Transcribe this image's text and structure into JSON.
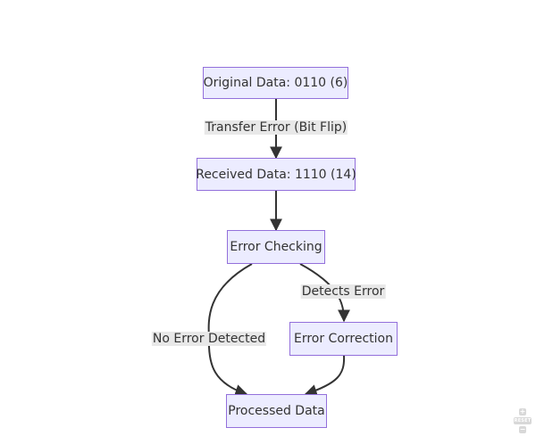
{
  "nodes": {
    "original": "Original Data: 0110 (6)",
    "received": "Received Data: 1110 (14)",
    "checking": "Error Checking",
    "correction": "Error Correction",
    "processed": "Processed Data"
  },
  "edges": {
    "transfer": "Transfer Error (Bit Flip)",
    "detects": "Detects Error",
    "no_error": "No Error Detected"
  },
  "controls": {
    "zoom_in": "+",
    "reset": "RESET",
    "zoom_out": "−"
  },
  "colors": {
    "node_fill": "#ECECFF",
    "node_border": "#9370DB",
    "edge": "#333333",
    "label_bg": "#e8e8e8"
  }
}
